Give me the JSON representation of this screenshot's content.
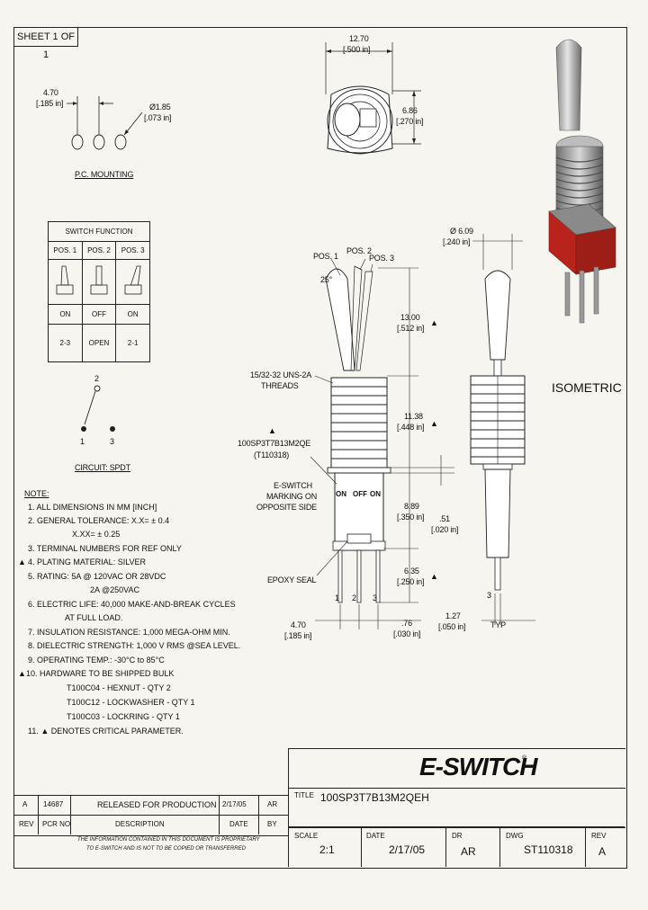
{
  "sheet": "SHEET 1 OF 1",
  "pc_mounting": {
    "title": "P.C. MOUNTING",
    "spacing_mm": "4.70",
    "spacing_in": "[.185 in]",
    "hole_mm": "Ø1.85",
    "hole_in": "[.073 in]"
  },
  "switch_function": {
    "title": "SWITCH FUNCTION",
    "headers": [
      "POS. 1",
      "POS. 2",
      "POS. 3"
    ],
    "states": [
      "ON",
      "OFF",
      "ON"
    ],
    "connections": [
      "2-3",
      "OPEN",
      "2-1"
    ]
  },
  "circuit": {
    "title": "CIRCUIT: SPDT",
    "pin_top": "2",
    "pin_left": "1",
    "pin_right": "3"
  },
  "notes": {
    "heading": "NOTE:",
    "lines": [
      "1. ALL DIMENSIONS IN MM [INCH]",
      "2. GENERAL TOLERANCE: X.X= ± 0.4",
      "X.XX= ± 0.25",
      "3. TERMINAL NUMBERS FOR REF ONLY",
      "4. PLATING MATERIAL: SILVER",
      "5. RATING: 5A @ 120VAC OR 28VDC",
      "2A @250VAC",
      "6. ELECTRIC LIFE: 40,000 MAKE-AND-BREAK CYCLES",
      "AT FULL LOAD.",
      "7. INSULATION RESISTANCE: 1,000 MEGA-OHM MIN.",
      "8. DIELECTRIC STRENGTH: 1,000 V RMS @SEA LEVEL.",
      "9. OPERATING TEMP.: -30°C to 85°C",
      "10. HARDWARE TO BE SHIPPED BULK",
      "T100C04 - HEXNUT - QTY 2",
      "T100C12 - LOCKWASHER - QTY 1",
      "T100C03 - LOCKRING - QTY 1",
      "11. ▲ DENOTES CRITICAL PARAMETER."
    ]
  },
  "top_view": {
    "width_mm": "12.70",
    "width_in": "[.500 in]",
    "depth_mm": "6.86",
    "depth_in": "[.270 in]"
  },
  "front_view": {
    "pos1": "POS. 1",
    "pos2": "POS. 2",
    "pos3": "POS. 3",
    "angle": "25°",
    "lever_len_mm": "13.00",
    "lever_len_in": "[.512 in]",
    "thread_label": "15/32-32 UNS-2A",
    "thread_label2": "THREADS",
    "bushing_mm": "11.38",
    "bushing_in": "[.448 in]",
    "part_marking": "100SP3T7B13M2QE",
    "part_marking2": "(T110318)",
    "marking_note": [
      "E-SWITCH",
      "MARKING ON",
      "OPPOSITE SIDE"
    ],
    "body_labels": [
      "ON",
      "OFF",
      "ON"
    ],
    "body_mm": "8.89",
    "body_in": "[.350 in]",
    "gap_mm": ".51",
    "gap_in": "[.020 in]",
    "pin_len_mm": "6.35",
    "pin_len_in": "[.250 in]",
    "epoxy": "EPOXY SEAL",
    "pins": [
      "1",
      "2",
      "3"
    ],
    "pitch_mm": "4.70",
    "pitch_in": "[.185 in]",
    "pin_w_mm": ".76",
    "pin_w_in": "[.030 in]"
  },
  "side_view": {
    "lever_dia_mm": "Ø 6.09",
    "lever_dia_in": "[.240 in]",
    "pin_label": "3",
    "pin_t_mm": "1.27",
    "pin_t_in": "[.050 in]",
    "typ": "TYP"
  },
  "isometric_label": "ISOMETRIC",
  "logo": "E-SWITCH",
  "revision_table": {
    "row": [
      "A",
      "14687",
      "RELEASED FOR PRODUCTION",
      "2/17/05",
      "AR"
    ],
    "headers": [
      "REV",
      "PCR NO",
      "DESCRIPTION",
      "DATE",
      "BY"
    ],
    "proprietary": [
      "THE INFORMATION CONTAINED IN THIS DOCUMENT IS PROPRIETARY",
      "TO E-SWITCH AND IS NOT TO BE COPIED OR TRANSFERRED"
    ]
  },
  "title_block": {
    "title_label": "TITLE",
    "title": "100SP3T7B13M2QEH",
    "scale_label": "SCALE",
    "scale": "2:1",
    "date_label": "DATE",
    "date": "2/17/05",
    "dr_label": "DR",
    "dr": "AR",
    "dwg_label": "DWG",
    "dwg": "ST110318",
    "rev_label": "REV",
    "rev": "A"
  },
  "colors": {
    "paper": "#f7f5ef",
    "red": "#b8241c",
    "line": "#222222"
  }
}
